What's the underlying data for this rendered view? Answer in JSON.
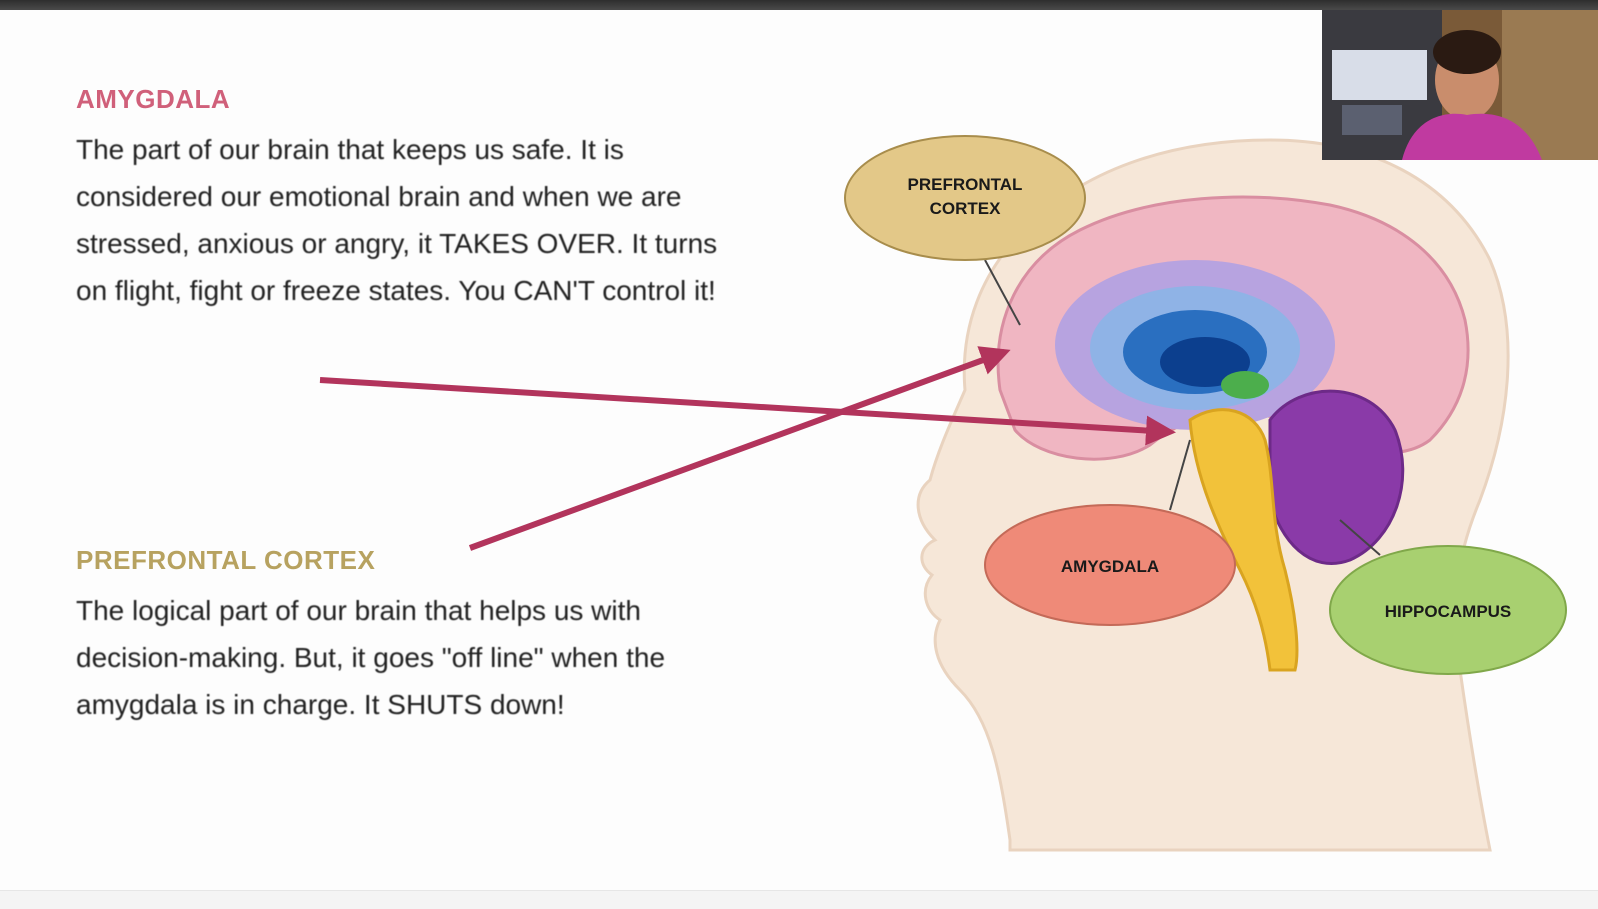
{
  "slide": {
    "amygdala": {
      "heading": "AMYGDALA",
      "body": "The part of our brain that keeps us safe. It is considered our emotional brain and when we are stressed, anxious or angry, it TAKES OVER. It turns on flight, fight or freeze states. You CAN'T control it!"
    },
    "prefrontal": {
      "heading": "PREFRONTAL CORTEX",
      "body": "The logical part of our brain that helps us with decision-making. But, it goes \"off line\" when the amygdala is in charge. It SHUTS down!"
    },
    "diagram": {
      "labels": {
        "prefrontal_line1": "PREFRONTAL",
        "prefrontal_line2": "CORTEX",
        "amygdala": "AMYGDALA",
        "hippocampus": "HIPPOCAMPUS"
      }
    }
  },
  "colors": {
    "amygdala_heading": "#d0607a",
    "prefrontal_heading": "#b7a260",
    "arrow": "#b2345c",
    "prefrontal_bubble": "#e3c888",
    "amygdala_bubble": "#ef8a78",
    "hippocampus_bubble": "#a8d070",
    "head": "#f6e7d8",
    "cerebrum": "#f0b6c2"
  },
  "video": {
    "icon": "presenter-video-icon"
  }
}
